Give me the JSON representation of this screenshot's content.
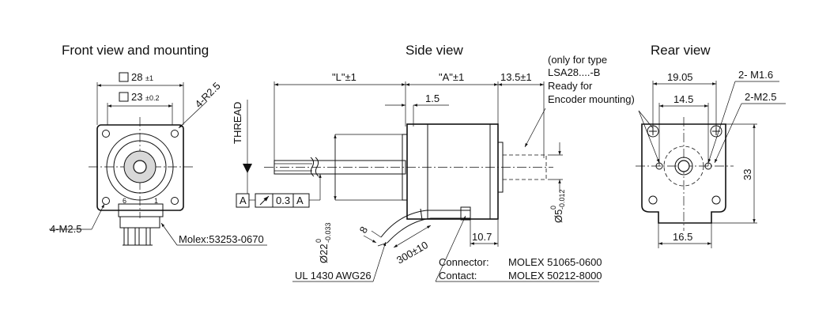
{
  "front": {
    "title": "Front view and mounting",
    "square_outer": "28",
    "square_outer_tol": "±1",
    "square_inner": "23",
    "square_inner_tol": "±0.2",
    "radius": "4-R2.5",
    "mount_thread": "4-M2.5",
    "pin_label_left": "6",
    "pin_label_right": "1",
    "connector_callout": "Molex:53253-0670"
  },
  "side": {
    "title": "Side view",
    "thread_label": "THREAD",
    "L_dim": "\"L\"±1",
    "A_dim": "\"A\"±1",
    "end_dim": "13.5±1",
    "flange_dim": "1.5",
    "datum": "A",
    "runout_value": "0.3",
    "runout_datum": "A",
    "shaft_diam": "Ø22",
    "shaft_diam_up": "0",
    "shaft_diam_low": "-0.033",
    "cable_dim": "8",
    "cable_length": "300±10",
    "rear_len": "10.7",
    "rear_shaft": "Ø5",
    "rear_shaft_up": "0",
    "rear_shaft_low": "-0.012",
    "note_lines": [
      "(only for type",
      "LSA28....-B",
      "Ready for",
      "Encoder mounting)"
    ],
    "cable_spec": "UL 1430  AWG26",
    "connector_label": "Connector:",
    "connector_value": "MOLEX 51065-0600",
    "contact_label": "Contact:",
    "contact_value": "MOLEX 50212-8000"
  },
  "rear": {
    "title": "Rear view",
    "top_dim": "19.05",
    "inner_dim": "14.5",
    "thread1": "2- M1.6",
    "thread2": "2-M2.5",
    "height_dim": "33",
    "bottom_dim": "16.5"
  }
}
